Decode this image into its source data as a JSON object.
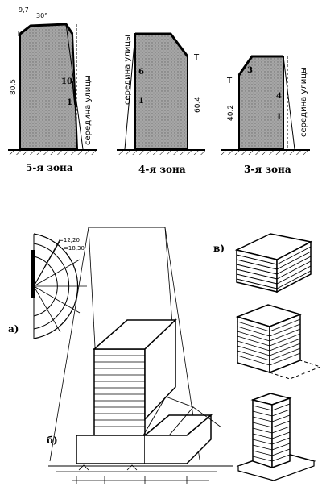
{
  "top": {
    "zone5": {
      "caption": "5-я зона",
      "height": "80,5",
      "angle": "30°",
      "small": "9,7",
      "t": "Т",
      "street": "середина улицы",
      "n1": "10",
      "n2": "1"
    },
    "zone4": {
      "caption": "4-я зона",
      "height": "60,4",
      "t": "Т",
      "street": "середина улицы",
      "n1": "6",
      "n2": "1"
    },
    "zone3": {
      "caption": "3-я зона",
      "height": "40,2",
      "t": "Т",
      "street": "середина улицы",
      "n1": "3",
      "n2": "1",
      "n3": "4"
    }
  },
  "bottom": {
    "label_a": "а)",
    "label_b": "б)",
    "label_v": "в)",
    "dim1": "=12,20",
    "dim2": "=18,30"
  },
  "colors": {
    "ink": "#1a1a1a",
    "fill": "#9a9a9a"
  }
}
